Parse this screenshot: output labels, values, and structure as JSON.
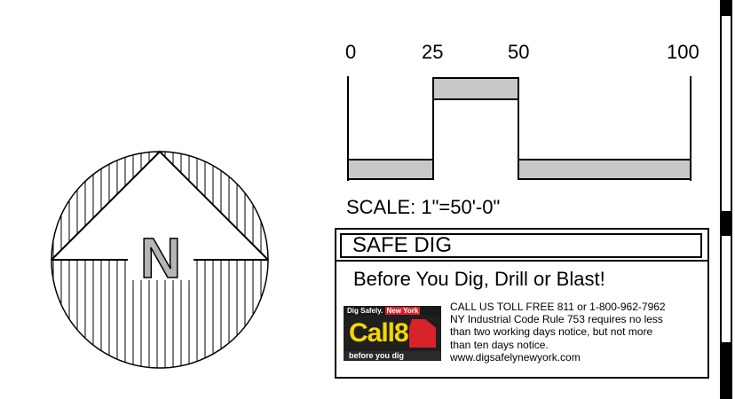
{
  "scale_bar": {
    "ticks": [
      "0",
      "25",
      "50",
      "100"
    ],
    "label": "SCALE: 1\"=50'-0\""
  },
  "north_arrow": {
    "letter": "N"
  },
  "safe_dig": {
    "title": "SAFE DIG",
    "headline": "Before You Dig, Drill or Blast!",
    "info_lines": [
      "CALL US TOLL FREE  811 or 1-800-962-7962",
      "NY Industrial Code Rule 753 requires no less",
      "than two working days notice, but not more",
      "than ten days notice.",
      "www.digsafelynewyork.com"
    ],
    "logo": {
      "top_text": "Dig Safely.",
      "top_state": "New York",
      "main_text": "Call811",
      "bottom_text": "before you dig"
    }
  },
  "colors": {
    "fill_gray": "#c8c8c8",
    "line": "#000000",
    "logo_yellow": "#f6d600",
    "logo_red": "#d8232a"
  }
}
